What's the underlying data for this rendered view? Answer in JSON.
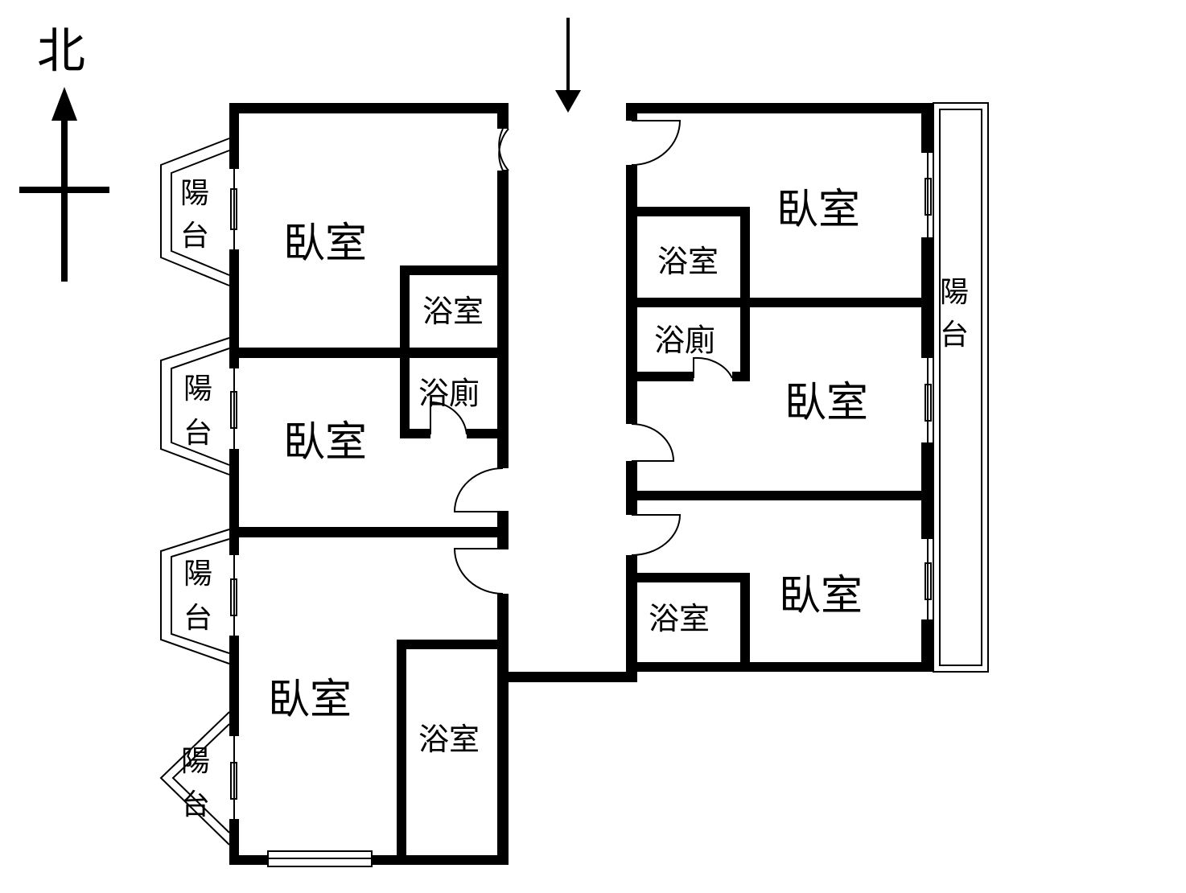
{
  "compass": {
    "north_label": "北"
  },
  "rooms": {
    "bedroom_label": "臥室",
    "bathroom_label": "浴室",
    "bath_toilet_label": "浴廁",
    "balcony_label_top": "陽",
    "balcony_label_bottom": "台"
  },
  "colors": {
    "wall": "#000000",
    "background": "#ffffff"
  }
}
